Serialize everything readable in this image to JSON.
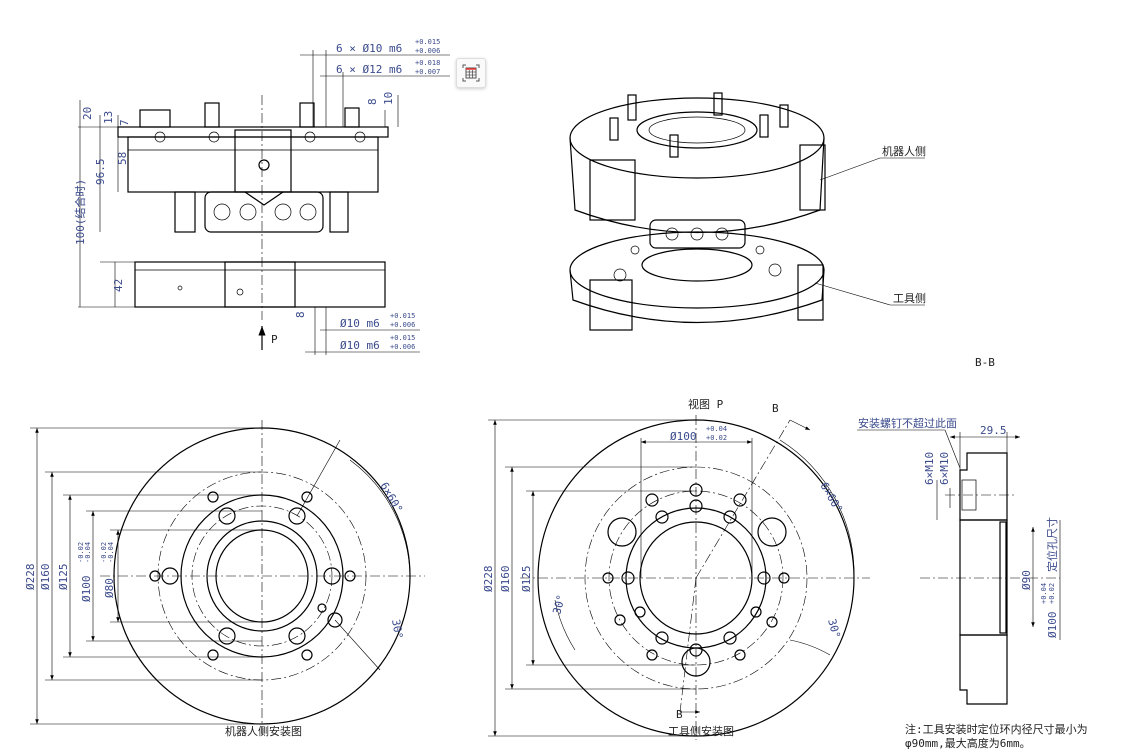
{
  "toolbar": {
    "table_button_icon": "table-icon"
  },
  "side_view": {
    "fit1": {
      "prefix": "6 × Ø10 m6",
      "upper": "+0.015",
      "lower": "+0.006"
    },
    "fit2": {
      "prefix": "6 × Ø12 m6",
      "upper": "+0.018",
      "lower": "+0.007"
    },
    "fit3": {
      "prefix": "Ø10 m6",
      "upper": "+0.015",
      "lower": "+0.006"
    },
    "fit4": {
      "prefix": "Ø10 m6",
      "upper": "+0.015",
      "lower": "+0.006"
    },
    "dims": {
      "d20": "20",
      "d13": "13",
      "d7": "7",
      "d58": "58",
      "d96": "96.5",
      "d100": "100(结合时)",
      "d42": "42",
      "d8a": "8",
      "d10": "10",
      "d8b": "8"
    },
    "view_arrow": "P"
  },
  "iso_view": {
    "robot_side": "机器人侧",
    "tool_side": "工具侧",
    "section": "B-B"
  },
  "robot_plate": {
    "caption": "机器人侧安装图",
    "d228": "Ø228",
    "d160": "Ø160",
    "d125": "Ø125",
    "d100": "Ø100",
    "d100_tol": [
      "-0.02",
      "-0.04"
    ],
    "d80": "Ø80",
    "d80_tol": [
      "-0.02",
      "-0.04"
    ],
    "angle_pattern": "6×60°",
    "angle": "30°"
  },
  "tool_plate": {
    "title": "视图 P",
    "caption": "工具侧安装图",
    "d100": "Ø100",
    "d100_tol": [
      "+0.04",
      "+0.02"
    ],
    "d228": "Ø228",
    "d160": "Ø160",
    "d125": "Ø125",
    "angle_pattern": "6×60°",
    "angle_left": "30°",
    "angle_right": "30°",
    "section_mark_top": "B",
    "section_mark_bottom": "B"
  },
  "section_view": {
    "note_top": "安装螺钉不超过此面",
    "d295": "29.5",
    "m10a": "6×M10",
    "m10b": "6×M10",
    "d90": "Ø90",
    "d100": "Ø100",
    "d100_tol": [
      "+0.04",
      "+0.02"
    ],
    "d100_suffix": "定位孔尺寸"
  },
  "note": {
    "line1": "注:工具安装时定位环内径尺寸最小为",
    "line2": "φ90mm,最大高度为6mm。"
  }
}
